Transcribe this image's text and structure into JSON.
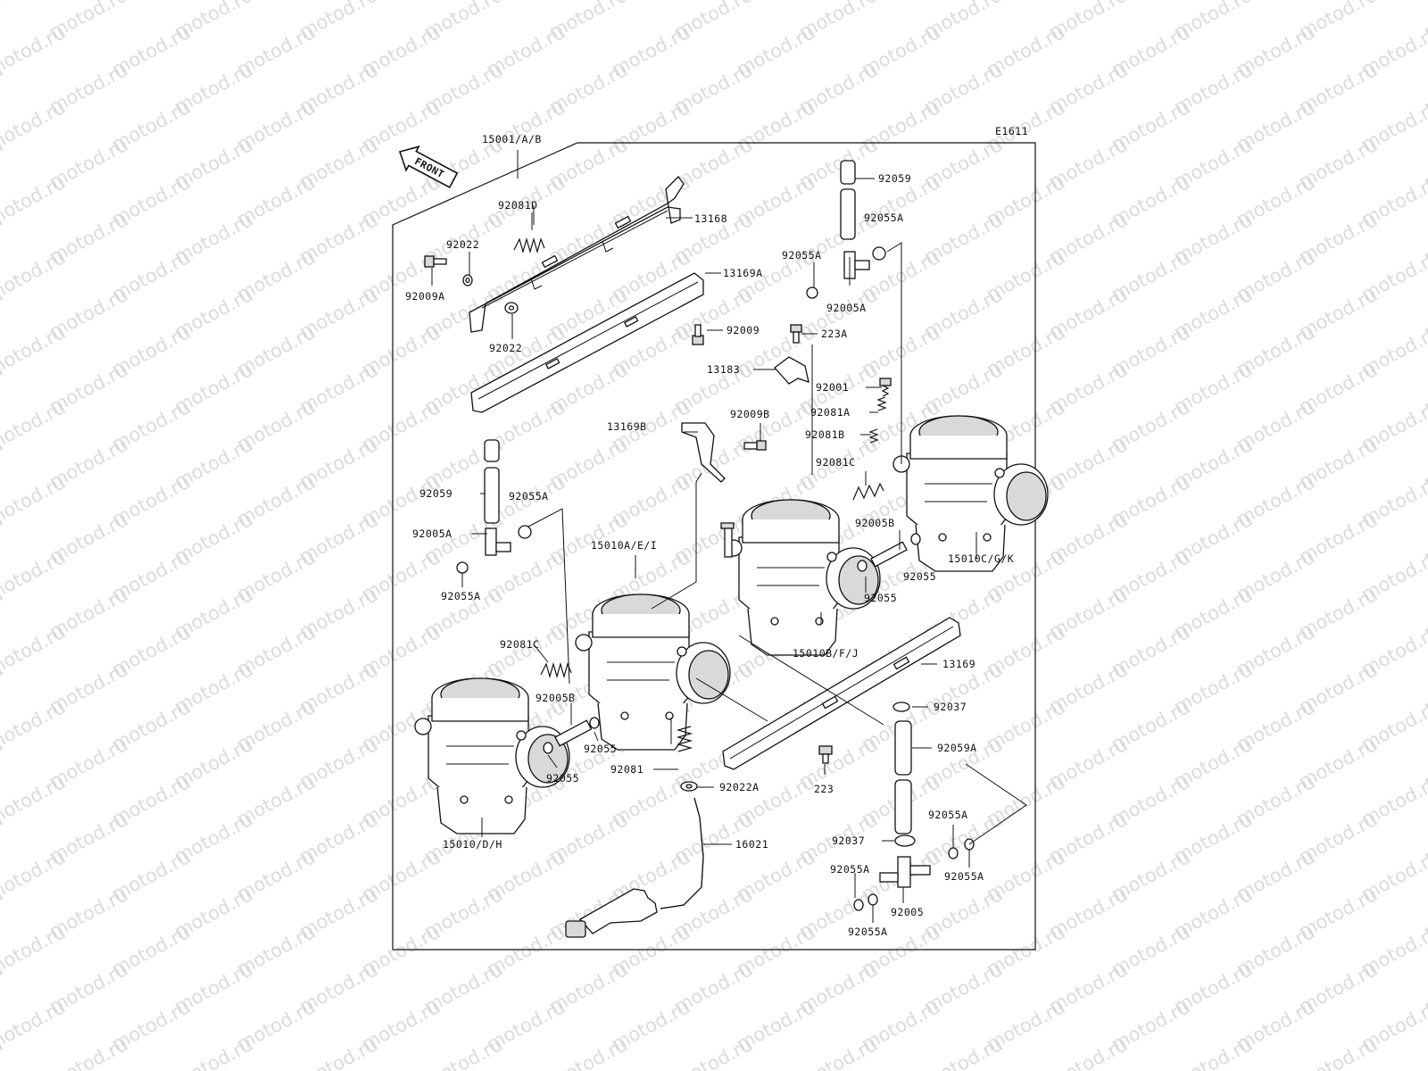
{
  "watermark": "motod.ru",
  "diagram": {
    "code": "E1611",
    "front_label": "FRONT",
    "parts": [
      {
        "id": "p01",
        "label": "15001/A/B"
      },
      {
        "id": "p02",
        "label": "92081D"
      },
      {
        "id": "p03",
        "label": "13168"
      },
      {
        "id": "p04",
        "label": "92022"
      },
      {
        "id": "p05",
        "label": "92009A"
      },
      {
        "id": "p06",
        "label": "92022"
      },
      {
        "id": "p07",
        "label": "13169A"
      },
      {
        "id": "p08",
        "label": "92009"
      },
      {
        "id": "p09",
        "label": "92059"
      },
      {
        "id": "p10",
        "label": "92055A"
      },
      {
        "id": "p11",
        "label": "92055A"
      },
      {
        "id": "p12",
        "label": "92005A"
      },
      {
        "id": "p13",
        "label": "223A"
      },
      {
        "id": "p14",
        "label": "13183"
      },
      {
        "id": "p15",
        "label": "92001"
      },
      {
        "id": "p16",
        "label": "92081A"
      },
      {
        "id": "p17",
        "label": "92081B"
      },
      {
        "id": "p18",
        "label": "92081C"
      },
      {
        "id": "p19",
        "label": "92005B"
      },
      {
        "id": "p20",
        "label": "92055"
      },
      {
        "id": "p21",
        "label": "92055"
      },
      {
        "id": "p22",
        "label": "15010C/G/K"
      },
      {
        "id": "p23",
        "label": "13169B"
      },
      {
        "id": "p24",
        "label": "92009B"
      },
      {
        "id": "p25",
        "label": "92059"
      },
      {
        "id": "p26",
        "label": "92055A"
      },
      {
        "id": "p27",
        "label": "92005A"
      },
      {
        "id": "p28",
        "label": "92055A"
      },
      {
        "id": "p29",
        "label": "15010A/E/I"
      },
      {
        "id": "p30",
        "label": "15010B/F/J"
      },
      {
        "id": "p31",
        "label": "13169"
      },
      {
        "id": "p32",
        "label": "92081C"
      },
      {
        "id": "p33",
        "label": "92005B"
      },
      {
        "id": "p34",
        "label": "92055"
      },
      {
        "id": "p35",
        "label": "92055"
      },
      {
        "id": "p36",
        "label": "92037"
      },
      {
        "id": "p37",
        "label": "92059A"
      },
      {
        "id": "p38",
        "label": "92081"
      },
      {
        "id": "p39",
        "label": "92022A"
      },
      {
        "id": "p40",
        "label": "223"
      },
      {
        "id": "p41",
        "label": "15010/D/H"
      },
      {
        "id": "p42",
        "label": "16021"
      },
      {
        "id": "p43",
        "label": "92037"
      },
      {
        "id": "p44",
        "label": "92055A"
      },
      {
        "id": "p45",
        "label": "92055A"
      },
      {
        "id": "p46",
        "label": "92055A"
      },
      {
        "id": "p47",
        "label": "92005"
      },
      {
        "id": "p48",
        "label": "92055A"
      }
    ]
  }
}
